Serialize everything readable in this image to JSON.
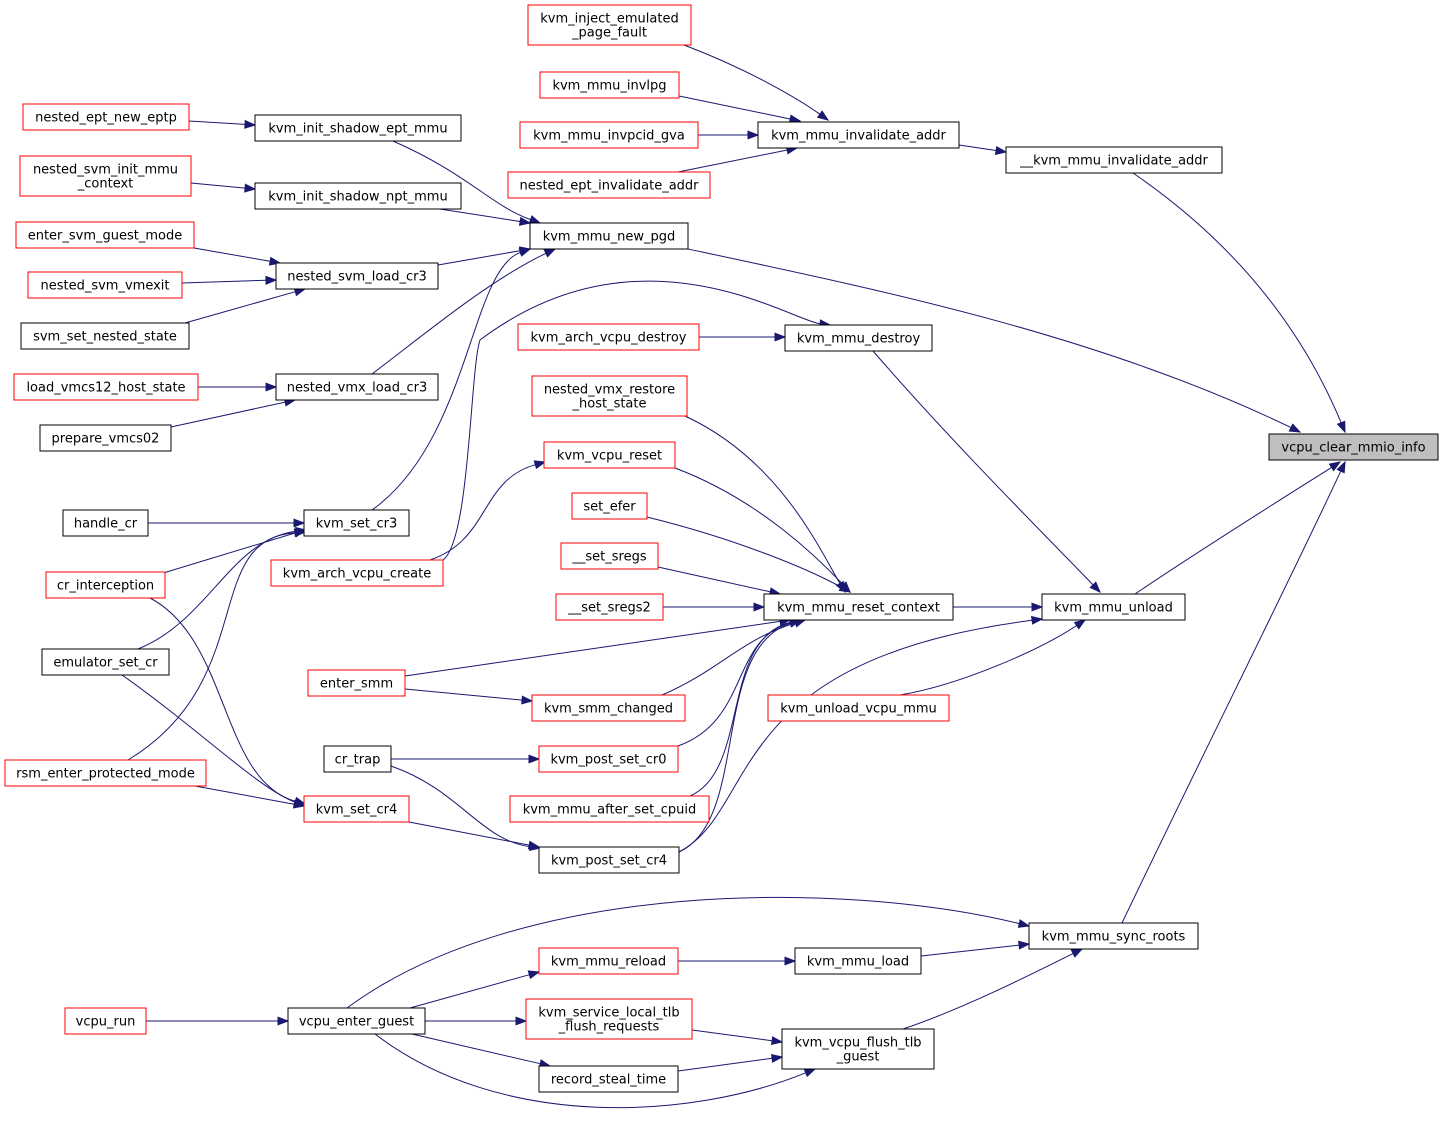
{
  "colors": {
    "edge": "#191970",
    "border_normal": "#000000",
    "border_truncated": "#ff0000",
    "root_fill": "#bfbfbf",
    "node_fill": "#ffffff"
  },
  "nodes": [
    {
      "id": "vcpu_clear_mmio_info",
      "lines": [
        "vcpu_clear_mmio_info"
      ],
      "style": "root"
    },
    {
      "id": "__kvm_mmu_invalidate_addr",
      "lines": [
        "__kvm_mmu_invalidate_addr"
      ],
      "style": "normal"
    },
    {
      "id": "kvm_mmu_invalidate_addr",
      "lines": [
        "kvm_mmu_invalidate_addr"
      ],
      "style": "normal"
    },
    {
      "id": "kvm_inject_emulated_page_fault",
      "lines": [
        "kvm_inject_emulated",
        "_page_fault"
      ],
      "style": "truncated"
    },
    {
      "id": "kvm_mmu_invlpg",
      "lines": [
        "kvm_mmu_invlpg"
      ],
      "style": "truncated"
    },
    {
      "id": "kvm_mmu_invpcid_gva",
      "lines": [
        "kvm_mmu_invpcid_gva"
      ],
      "style": "truncated"
    },
    {
      "id": "nested_ept_invalidate_addr",
      "lines": [
        "nested_ept_invalidate_addr"
      ],
      "style": "truncated"
    },
    {
      "id": "kvm_mmu_new_pgd",
      "lines": [
        "kvm_mmu_new_pgd"
      ],
      "style": "normal"
    },
    {
      "id": "kvm_init_shadow_ept_mmu",
      "lines": [
        "kvm_init_shadow_ept_mmu"
      ],
      "style": "normal"
    },
    {
      "id": "nested_ept_new_eptp",
      "lines": [
        "nested_ept_new_eptp"
      ],
      "style": "truncated"
    },
    {
      "id": "kvm_init_shadow_npt_mmu",
      "lines": [
        "kvm_init_shadow_npt_mmu"
      ],
      "style": "normal"
    },
    {
      "id": "nested_svm_init_mmu_context",
      "lines": [
        "nested_svm_init_mmu",
        "_context"
      ],
      "style": "truncated"
    },
    {
      "id": "nested_svm_load_cr3",
      "lines": [
        "nested_svm_load_cr3"
      ],
      "style": "normal"
    },
    {
      "id": "enter_svm_guest_mode",
      "lines": [
        "enter_svm_guest_mode"
      ],
      "style": "truncated"
    },
    {
      "id": "nested_svm_vmexit",
      "lines": [
        "nested_svm_vmexit"
      ],
      "style": "truncated"
    },
    {
      "id": "svm_set_nested_state",
      "lines": [
        "svm_set_nested_state"
      ],
      "style": "normal"
    },
    {
      "id": "nested_vmx_load_cr3",
      "lines": [
        "nested_vmx_load_cr3"
      ],
      "style": "normal"
    },
    {
      "id": "load_vmcs12_host_state",
      "lines": [
        "load_vmcs12_host_state"
      ],
      "style": "truncated"
    },
    {
      "id": "prepare_vmcs02",
      "lines": [
        "prepare_vmcs02"
      ],
      "style": "normal"
    },
    {
      "id": "kvm_set_cr3",
      "lines": [
        "kvm_set_cr3"
      ],
      "style": "normal"
    },
    {
      "id": "handle_cr",
      "lines": [
        "handle_cr"
      ],
      "style": "normal"
    },
    {
      "id": "cr_interception",
      "lines": [
        "cr_interception"
      ],
      "style": "truncated"
    },
    {
      "id": "emulator_set_cr",
      "lines": [
        "emulator_set_cr"
      ],
      "style": "normal"
    },
    {
      "id": "rsm_enter_protected_mode",
      "lines": [
        "rsm_enter_protected_mode"
      ],
      "style": "truncated"
    },
    {
      "id": "kvm_mmu_destroy",
      "lines": [
        "kvm_mmu_destroy"
      ],
      "style": "normal"
    },
    {
      "id": "kvm_arch_vcpu_destroy",
      "lines": [
        "kvm_arch_vcpu_destroy"
      ],
      "style": "truncated"
    },
    {
      "id": "kvm_arch_vcpu_create",
      "lines": [
        "kvm_arch_vcpu_create"
      ],
      "style": "truncated"
    },
    {
      "id": "kvm_mmu_unload",
      "lines": [
        "kvm_mmu_unload"
      ],
      "style": "normal"
    },
    {
      "id": "kvm_mmu_reset_context",
      "lines": [
        "kvm_mmu_reset_context"
      ],
      "style": "normal"
    },
    {
      "id": "nested_vmx_restore_host_state",
      "lines": [
        "nested_vmx_restore",
        "_host_state"
      ],
      "style": "truncated"
    },
    {
      "id": "kvm_vcpu_reset",
      "lines": [
        "kvm_vcpu_reset"
      ],
      "style": "truncated"
    },
    {
      "id": "set_efer",
      "lines": [
        "set_efer"
      ],
      "style": "truncated"
    },
    {
      "id": "__set_sregs",
      "lines": [
        "__set_sregs"
      ],
      "style": "truncated"
    },
    {
      "id": "__set_sregs2",
      "lines": [
        "__set_sregs2"
      ],
      "style": "truncated"
    },
    {
      "id": "enter_smm",
      "lines": [
        "enter_smm"
      ],
      "style": "truncated"
    },
    {
      "id": "kvm_smm_changed",
      "lines": [
        "kvm_smm_changed"
      ],
      "style": "truncated"
    },
    {
      "id": "kvm_post_set_cr0",
      "lines": [
        "kvm_post_set_cr0"
      ],
      "style": "truncated"
    },
    {
      "id": "cr_trap",
      "lines": [
        "cr_trap"
      ],
      "style": "normal"
    },
    {
      "id": "kvm_mmu_after_set_cpuid",
      "lines": [
        "kvm_mmu_after_set_cpuid"
      ],
      "style": "truncated"
    },
    {
      "id": "kvm_post_set_cr4",
      "lines": [
        "kvm_post_set_cr4"
      ],
      "style": "normal"
    },
    {
      "id": "kvm_set_cr4",
      "lines": [
        "kvm_set_cr4"
      ],
      "style": "truncated"
    },
    {
      "id": "kvm_unload_vcpu_mmu",
      "lines": [
        "kvm_unload_vcpu_mmu"
      ],
      "style": "truncated"
    },
    {
      "id": "kvm_mmu_sync_roots",
      "lines": [
        "kvm_mmu_sync_roots"
      ],
      "style": "normal"
    },
    {
      "id": "kvm_mmu_load",
      "lines": [
        "kvm_mmu_load"
      ],
      "style": "normal"
    },
    {
      "id": "kvm_mmu_reload",
      "lines": [
        "kvm_mmu_reload"
      ],
      "style": "truncated"
    },
    {
      "id": "vcpu_enter_guest",
      "lines": [
        "vcpu_enter_guest"
      ],
      "style": "normal"
    },
    {
      "id": "vcpu_run",
      "lines": [
        "vcpu_run"
      ],
      "style": "truncated"
    },
    {
      "id": "kvm_service_local_tlb_flush_requests",
      "lines": [
        "kvm_service_local_tlb",
        "_flush_requests"
      ],
      "style": "truncated"
    },
    {
      "id": "kvm_vcpu_flush_tlb_guest",
      "lines": [
        "kvm_vcpu_flush_tlb",
        "_guest"
      ],
      "style": "normal"
    },
    {
      "id": "record_steal_time",
      "lines": [
        "record_steal_time"
      ],
      "style": "normal"
    }
  ],
  "edges": [
    {
      "from": "__kvm_mmu_invalidate_addr",
      "to": "vcpu_clear_mmio_info"
    },
    {
      "from": "kvm_mmu_new_pgd",
      "to": "vcpu_clear_mmio_info"
    },
    {
      "from": "kvm_mmu_unload",
      "to": "vcpu_clear_mmio_info"
    },
    {
      "from": "kvm_mmu_sync_roots",
      "to": "vcpu_clear_mmio_info"
    },
    {
      "from": "kvm_mmu_invalidate_addr",
      "to": "__kvm_mmu_invalidate_addr"
    },
    {
      "from": "kvm_inject_emulated_page_fault",
      "to": "kvm_mmu_invalidate_addr"
    },
    {
      "from": "kvm_mmu_invlpg",
      "to": "kvm_mmu_invalidate_addr"
    },
    {
      "from": "kvm_mmu_invpcid_gva",
      "to": "kvm_mmu_invalidate_addr"
    },
    {
      "from": "nested_ept_invalidate_addr",
      "to": "kvm_mmu_invalidate_addr"
    },
    {
      "from": "kvm_init_shadow_ept_mmu",
      "to": "kvm_mmu_new_pgd"
    },
    {
      "from": "kvm_init_shadow_npt_mmu",
      "to": "kvm_mmu_new_pgd"
    },
    {
      "from": "nested_svm_load_cr3",
      "to": "kvm_mmu_new_pgd"
    },
    {
      "from": "nested_vmx_load_cr3",
      "to": "kvm_mmu_new_pgd"
    },
    {
      "from": "kvm_set_cr3",
      "to": "kvm_mmu_new_pgd"
    },
    {
      "from": "nested_ept_new_eptp",
      "to": "kvm_init_shadow_ept_mmu"
    },
    {
      "from": "nested_svm_init_mmu_context",
      "to": "kvm_init_shadow_npt_mmu"
    },
    {
      "from": "enter_svm_guest_mode",
      "to": "nested_svm_load_cr3"
    },
    {
      "from": "nested_svm_vmexit",
      "to": "nested_svm_load_cr3"
    },
    {
      "from": "svm_set_nested_state",
      "to": "nested_svm_load_cr3"
    },
    {
      "from": "load_vmcs12_host_state",
      "to": "nested_vmx_load_cr3"
    },
    {
      "from": "prepare_vmcs02",
      "to": "nested_vmx_load_cr3"
    },
    {
      "from": "handle_cr",
      "to": "kvm_set_cr3"
    },
    {
      "from": "cr_interception",
      "to": "kvm_set_cr3"
    },
    {
      "from": "emulator_set_cr",
      "to": "kvm_set_cr3"
    },
    {
      "from": "rsm_enter_protected_mode",
      "to": "kvm_set_cr3"
    },
    {
      "from": "kvm_mmu_destroy",
      "to": "kvm_mmu_unload"
    },
    {
      "from": "kvm_arch_vcpu_destroy",
      "to": "kvm_mmu_destroy"
    },
    {
      "from": "kvm_arch_vcpu_create",
      "to": "kvm_mmu_destroy"
    },
    {
      "from": "kvm_mmu_reset_context",
      "to": "kvm_mmu_unload"
    },
    {
      "from": "kvm_unload_vcpu_mmu",
      "to": "kvm_mmu_unload"
    },
    {
      "from": "kvm_post_set_cr4",
      "to": "kvm_mmu_unload"
    },
    {
      "from": "nested_vmx_restore_host_state",
      "to": "kvm_mmu_reset_context"
    },
    {
      "from": "kvm_vcpu_reset",
      "to": "kvm_mmu_reset_context"
    },
    {
      "from": "set_efer",
      "to": "kvm_mmu_reset_context"
    },
    {
      "from": "__set_sregs",
      "to": "kvm_mmu_reset_context"
    },
    {
      "from": "__set_sregs2",
      "to": "kvm_mmu_reset_context"
    },
    {
      "from": "enter_smm",
      "to": "kvm_mmu_reset_context"
    },
    {
      "from": "kvm_smm_changed",
      "to": "kvm_mmu_reset_context"
    },
    {
      "from": "kvm_post_set_cr0",
      "to": "kvm_mmu_reset_context"
    },
    {
      "from": "kvm_mmu_after_set_cpuid",
      "to": "kvm_mmu_reset_context"
    },
    {
      "from": "kvm_post_set_cr4",
      "to": "kvm_mmu_reset_context"
    },
    {
      "from": "kvm_arch_vcpu_create",
      "to": "kvm_vcpu_reset"
    },
    {
      "from": "enter_smm",
      "to": "kvm_smm_changed"
    },
    {
      "from": "cr_trap",
      "to": "kvm_post_set_cr0"
    },
    {
      "from": "cr_trap",
      "to": "kvm_post_set_cr4"
    },
    {
      "from": "kvm_set_cr4",
      "to": "kvm_post_set_cr4"
    },
    {
      "from": "cr_interception",
      "to": "kvm_set_cr4"
    },
    {
      "from": "emulator_set_cr",
      "to": "kvm_set_cr4"
    },
    {
      "from": "rsm_enter_protected_mode",
      "to": "kvm_set_cr4"
    },
    {
      "from": "kvm_mmu_load",
      "to": "kvm_mmu_sync_roots"
    },
    {
      "from": "vcpu_enter_guest",
      "to": "kvm_mmu_sync_roots"
    },
    {
      "from": "kvm_vcpu_flush_tlb_guest",
      "to": "kvm_mmu_sync_roots"
    },
    {
      "from": "kvm_mmu_reload",
      "to": "kvm_mmu_load"
    },
    {
      "from": "vcpu_enter_guest",
      "to": "kvm_mmu_reload"
    },
    {
      "from": "vcpu_run",
      "to": "vcpu_enter_guest"
    },
    {
      "from": "vcpu_enter_guest",
      "to": "kvm_service_local_tlb_flush_requests"
    },
    {
      "from": "vcpu_enter_guest",
      "to": "record_steal_time"
    },
    {
      "from": "vcpu_enter_guest",
      "to": "kvm_vcpu_flush_tlb_guest"
    },
    {
      "from": "kvm_service_local_tlb_flush_requests",
      "to": "kvm_vcpu_flush_tlb_guest"
    },
    {
      "from": "record_steal_time",
      "to": "kvm_vcpu_flush_tlb_guest"
    }
  ]
}
